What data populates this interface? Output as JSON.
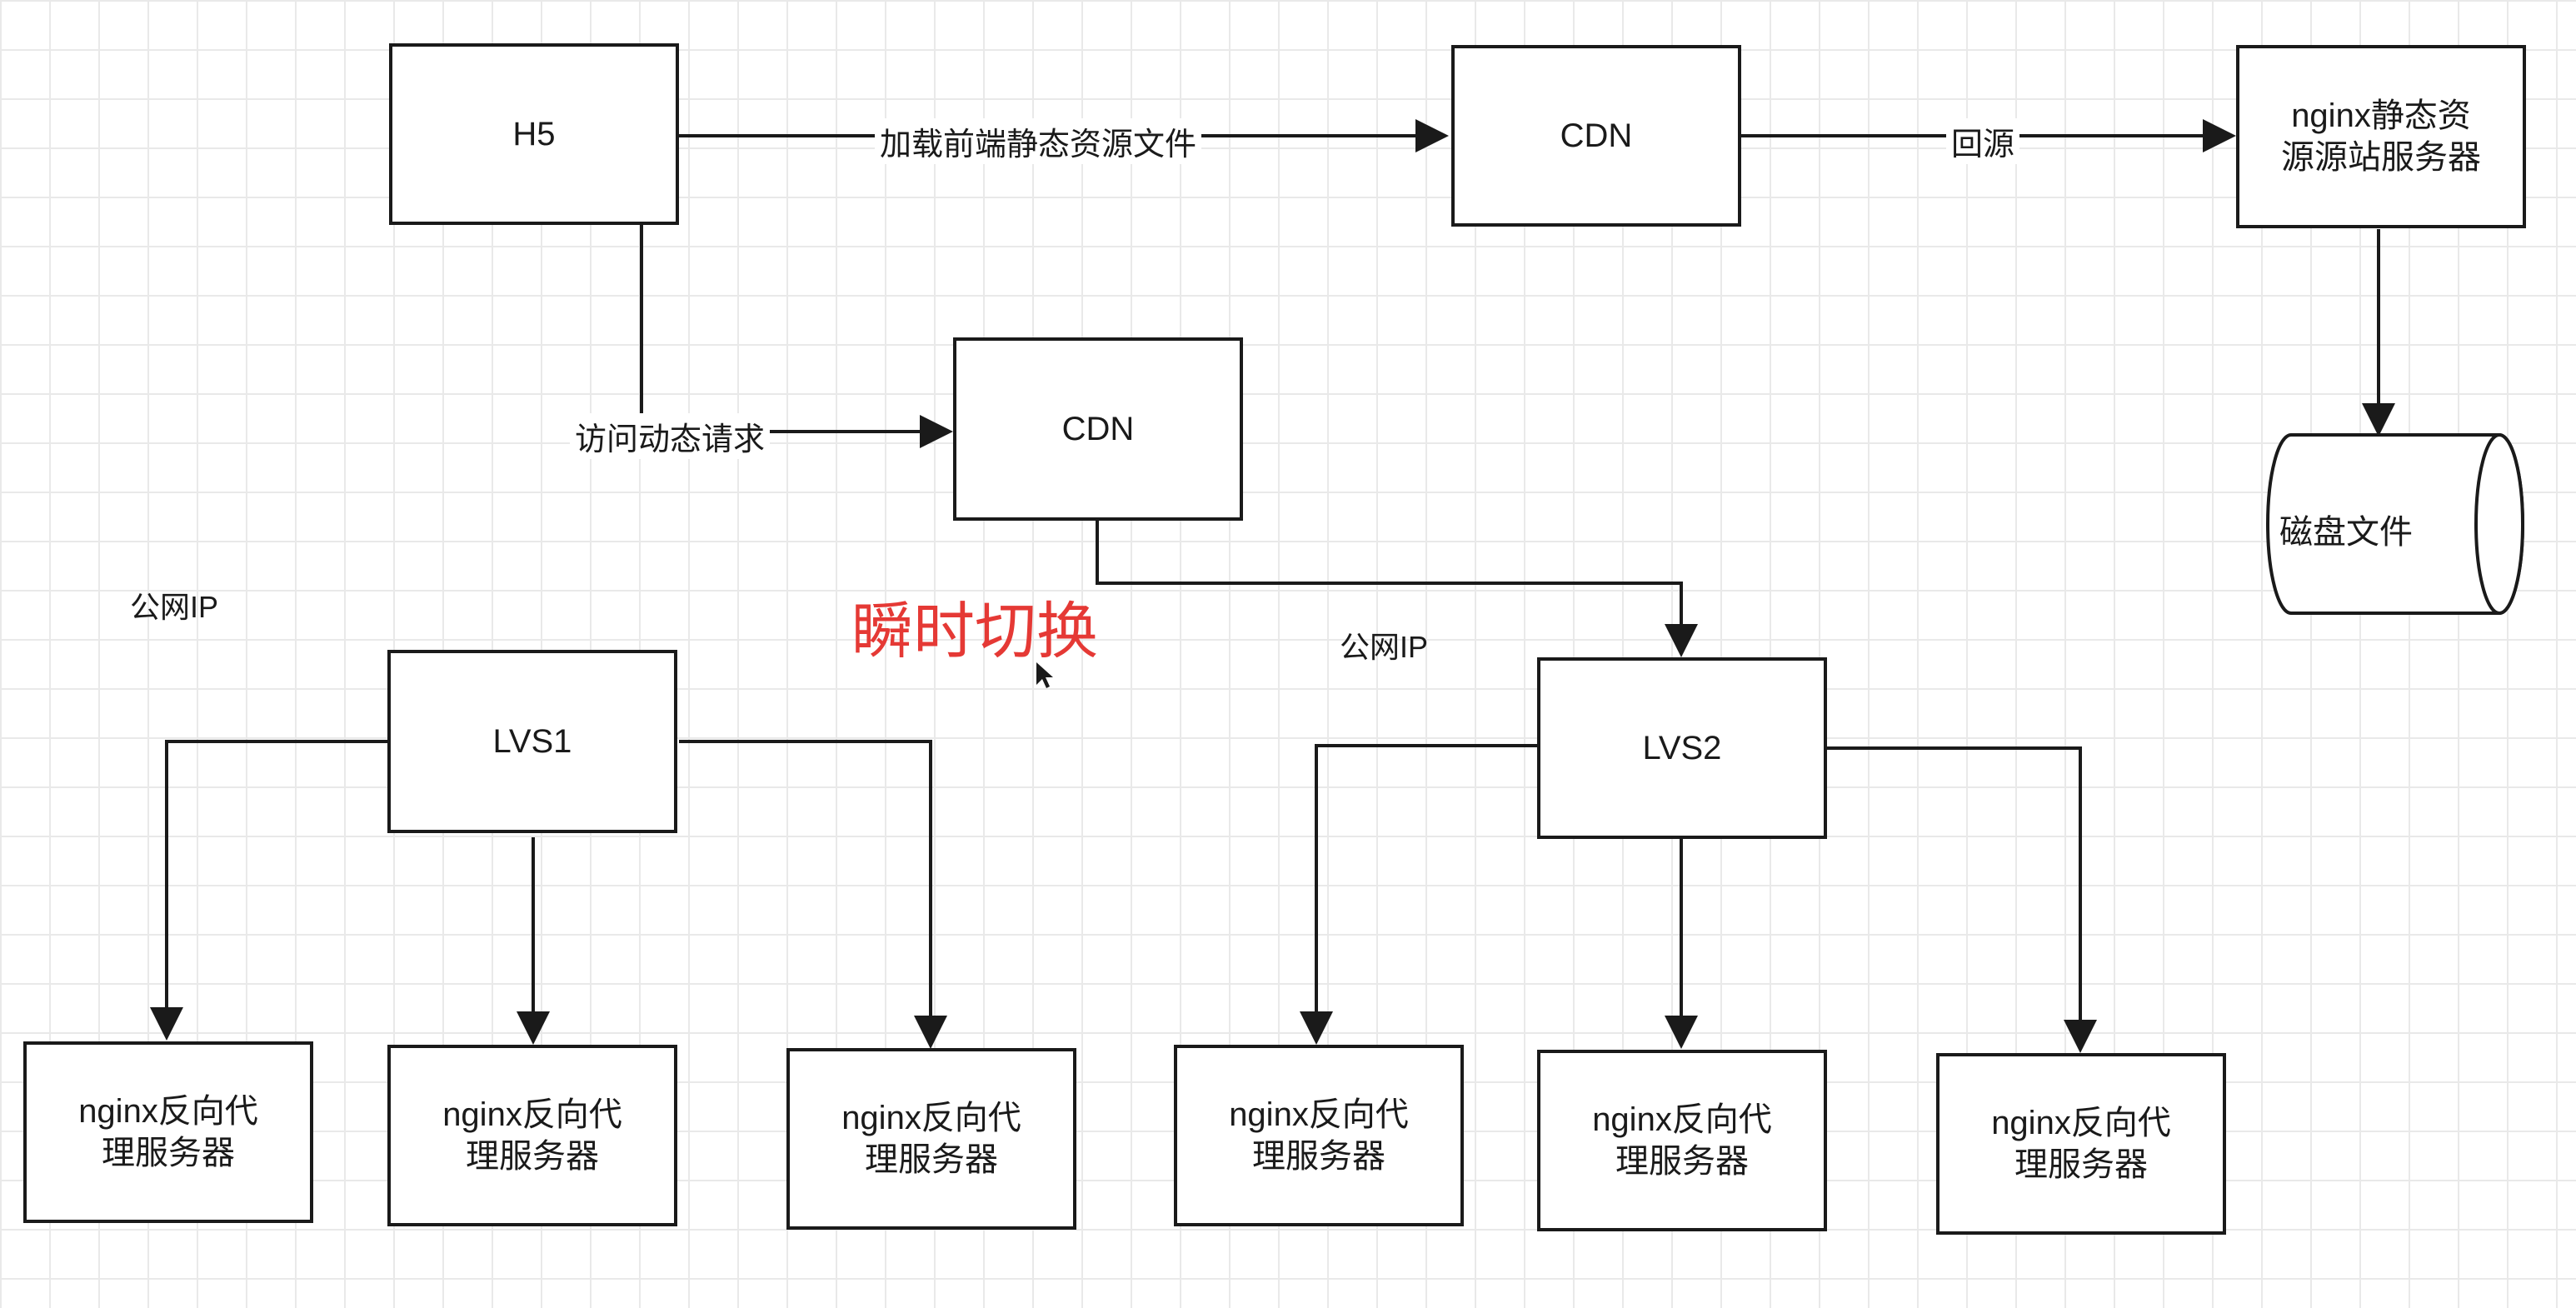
{
  "nodes": {
    "h5": "H5",
    "cdn_static": "CDN",
    "origin_server": "nginx静态资\n源源站服务器",
    "disk": "磁盘文件",
    "cdn_dynamic": "CDN",
    "lvs1": "LVS1",
    "lvs2": "LVS2",
    "nginx_1": "nginx反向代\n理服务器",
    "nginx_2": "nginx反向代\n理服务器",
    "nginx_3": "nginx反向代\n理服务器",
    "nginx_4": "nginx反向代\n理服务器",
    "nginx_5": "nginx反向代\n理服务器",
    "nginx_6": "nginx反向代\n理服务器"
  },
  "edges": {
    "load_static": "加载前端静态资源文件",
    "back_to_origin": "回源",
    "dynamic_request": "访问动态请求"
  },
  "annotations": {
    "public_ip_left": "公网IP",
    "public_ip_right": "公网IP",
    "instant_switch": "瞬时切换"
  },
  "colors": {
    "line": "#1a1a1a",
    "accent_red": "#e53935"
  }
}
